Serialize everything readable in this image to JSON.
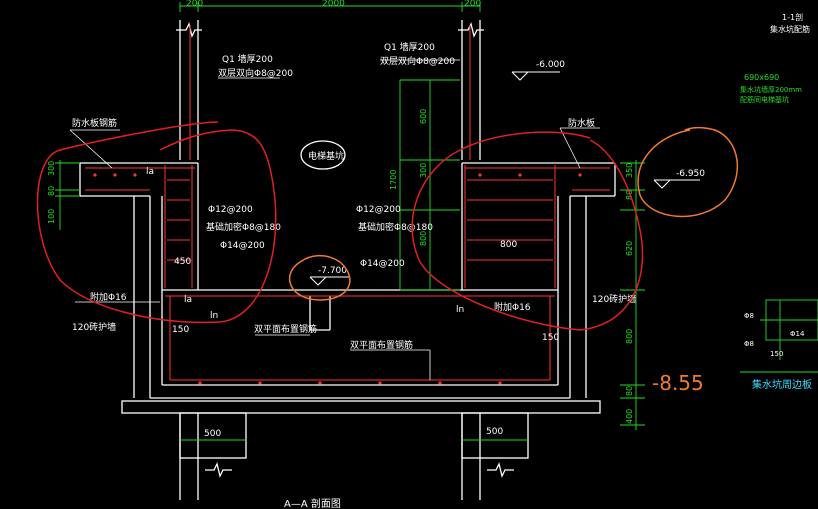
{
  "dims_top": {
    "left_wall": "200",
    "middle": "2000",
    "right_wall": "200"
  },
  "wall_labels": {
    "left_q": "Q1 墙厚200",
    "left_rebar": "双层双向Φ8@200",
    "right_q": "Q1 墙厚200",
    "right_rebar": "双层双向Φ8@200"
  },
  "elevations": {
    "top_right": "-6.000",
    "mid_right": "-6.950",
    "pit_floor": "-7.700"
  },
  "pit_label": "电梯基坑",
  "labels_left": {
    "waterproof": "防水板钢筋",
    "la_top": "la",
    "rebar_12": "Φ12@200",
    "added_rebar": "基础加密Φ8@180",
    "rebar_14": "Φ14@200",
    "dim_450": "450",
    "corner_rebar": "附加Φ16",
    "la_bottom": "la",
    "ln": "ln",
    "protective_wall": "120砖护墙",
    "dim_150": "150"
  },
  "labels_right": {
    "waterproof": "防水板",
    "rebar_12": "Φ12@200",
    "added_rebar": "基础加密Φ8@180",
    "rebar_14": "Φ14@200",
    "dim_800": "800",
    "corner_rebar": "附加Φ16",
    "ln": "ln",
    "protective_wall": "120砖护墙",
    "dim_150": "150"
  },
  "labels_bottom": {
    "double_rebar_1": "双平面布置钢筋",
    "double_rebar_2": "双平面布置钢筋",
    "pile_dim_left": "500",
    "pile_dim_right": "500",
    "section_title": "A—A 剖面图"
  },
  "vertical_dims_left": [
    "300",
    "80",
    "100"
  ],
  "vertical_dims_mid": [
    "600",
    "1700",
    "300",
    "800"
  ],
  "vertical_dims_right": [
    "350",
    "80",
    "620",
    "800",
    "80",
    "400"
  ],
  "side_panel": {
    "top_note_1": "1-1剖",
    "top_note_2": "集水坑配筋",
    "size": "690x690",
    "note_1": "集水坑墙厚200mm",
    "note_2": "配筋同电梯基坑",
    "bottom_label": "集水坑周边板",
    "rebar_mark_1": "Φ8",
    "rebar_mark_2": "Φ14",
    "rebar_mark_3": "150",
    "rebar_mark_4": "Φ8"
  },
  "annotation": {
    "big_elevation": "-8.55"
  },
  "colors": {
    "structure": "#ffffff",
    "rebar": "#ff3333",
    "dimension": "#22dd22",
    "annotation_circle": "#e02020",
    "annotation_orange": "#f07a30"
  }
}
